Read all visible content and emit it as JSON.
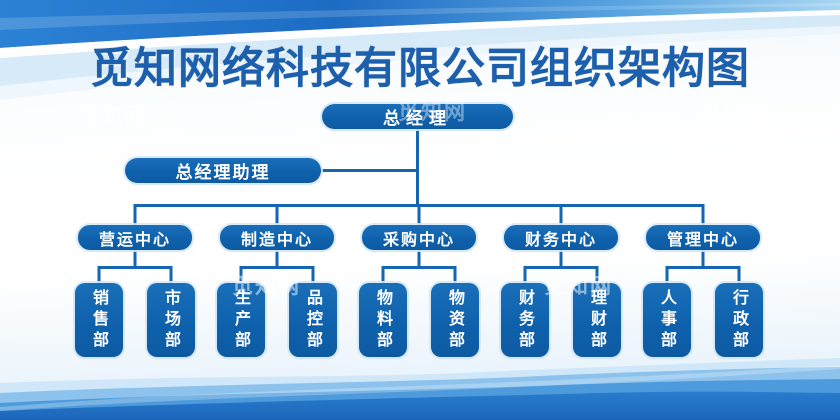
{
  "title": "觅知网络科技有限公司组织架构图",
  "watermark": {
    "text": "觅知网"
  },
  "colors": {
    "node_blue": "#0f61ac",
    "line_blue": "#1565b0",
    "title_blue": "#1c5fad",
    "wave_deep_blue": "#1b66bb",
    "wave_light_blue": "#cfe7f8"
  },
  "chart": {
    "type": "org-chart",
    "root": {
      "label": "总经理"
    },
    "assistant": {
      "label": "总经理助理"
    },
    "groups": [
      {
        "label": "营运中心",
        "children": [
          "销售部",
          "市场部"
        ]
      },
      {
        "label": "制造中心",
        "children": [
          "生产部",
          "品控部"
        ]
      },
      {
        "label": "采购中心",
        "children": [
          "物料部",
          "物资部"
        ]
      },
      {
        "label": "财务中心",
        "children": [
          "财务部",
          "理财部"
        ]
      },
      {
        "label": "管理中心",
        "children": [
          "人事部",
          "行政部"
        ]
      }
    ]
  }
}
